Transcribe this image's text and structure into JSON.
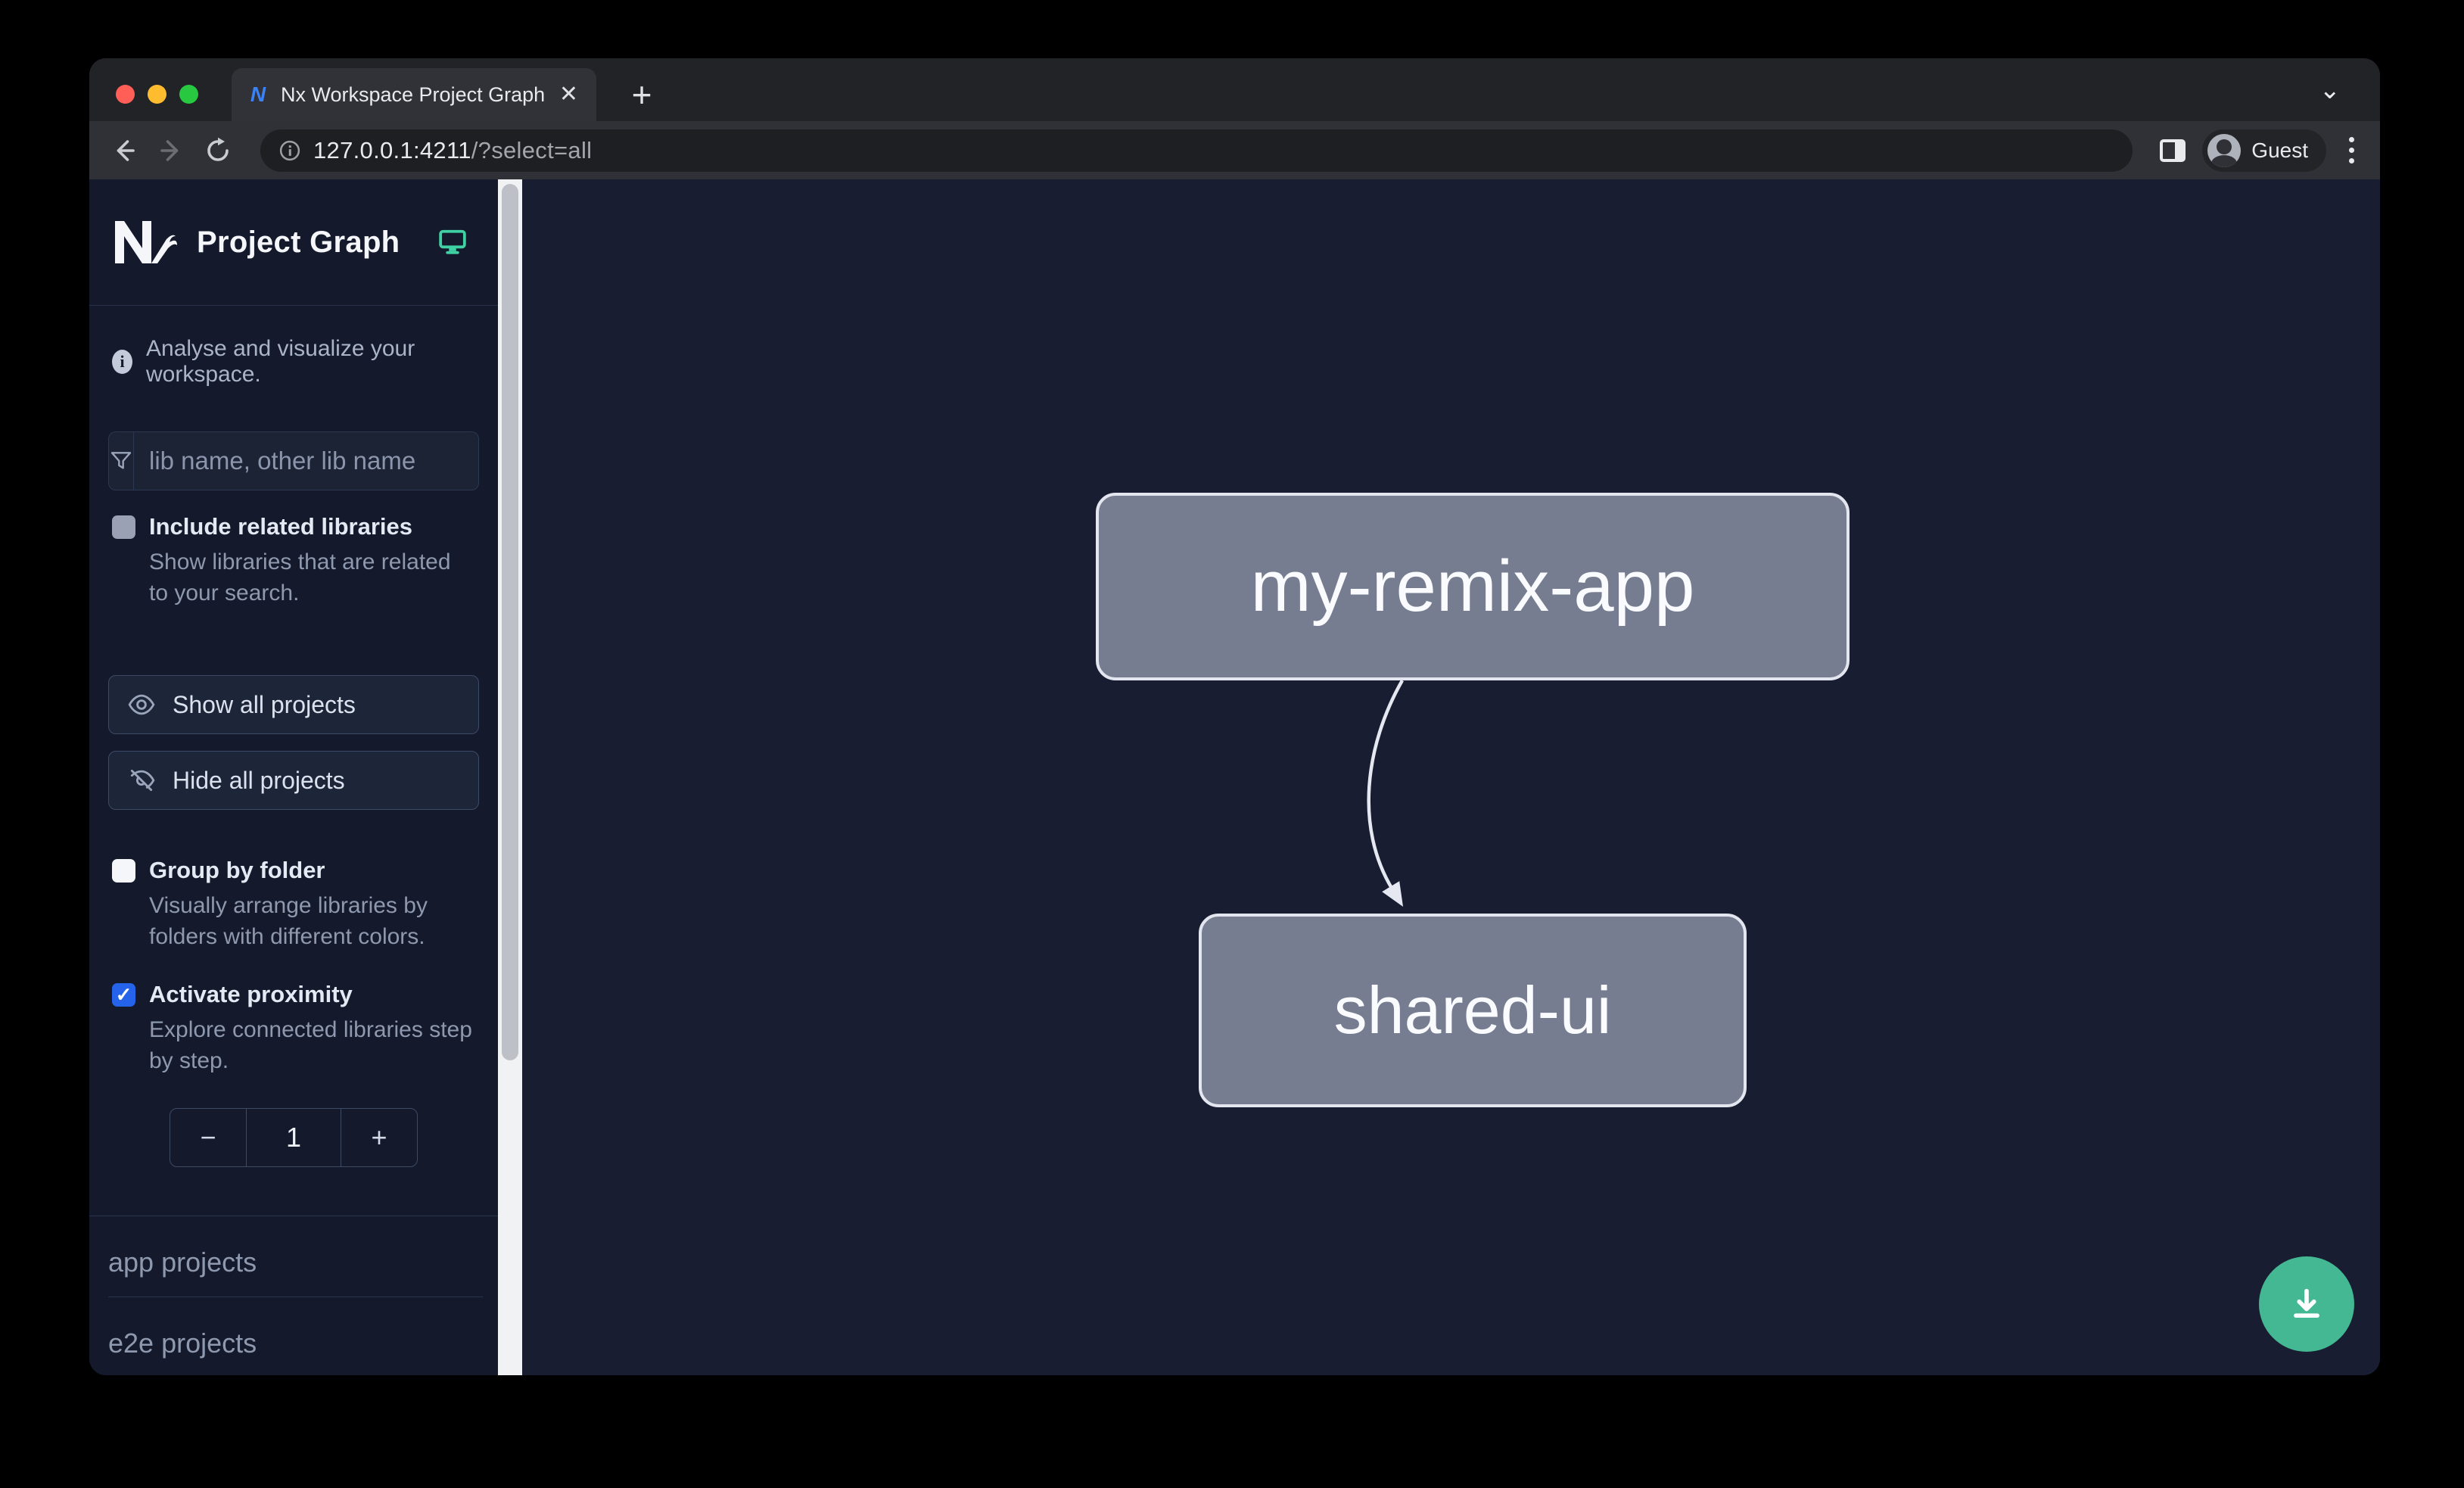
{
  "browser": {
    "tab_title": "Nx Workspace Project Graph",
    "url_host": "127.0.0.1:4211",
    "url_path": "/?select=all",
    "profile_label": "Guest"
  },
  "sidebar": {
    "title": "Project Graph",
    "tagline": "Analyse and visualize your workspace.",
    "filter_placeholder": "lib name, other lib name",
    "include_related": {
      "label": "Include related libraries",
      "description": "Show libraries that are related to your search.",
      "checked": false
    },
    "show_all_label": "Show all projects",
    "hide_all_label": "Hide all projects",
    "group_by_folder": {
      "label": "Group by folder",
      "description": "Visually arrange libraries by folders with different colors.",
      "checked": false
    },
    "activate_proximity": {
      "label": "Activate proximity",
      "description": "Explore connected libraries step by step.",
      "checked": true
    },
    "stepper": {
      "decrement": "−",
      "value": "1",
      "increment": "+"
    },
    "sections": [
      {
        "label": "app projects"
      },
      {
        "label": "e2e projects"
      }
    ]
  },
  "graph": {
    "nodes": [
      {
        "label": "my-remix-app"
      },
      {
        "label": "shared-ui"
      }
    ],
    "edges": [
      {
        "source": "my-remix-app",
        "target": "shared-ui"
      }
    ]
  },
  "colors": {
    "traffic_red": "#ff5f57",
    "traffic_yellow": "#febc2e",
    "traffic_green": "#28c840",
    "accent_green": "#43b893",
    "checkbox_blue": "#2563eb",
    "node_fill": "#777d90",
    "node_border": "#e3e6ef",
    "sidebar_bg": "#141a2c",
    "canvas_bg": "#181d31"
  }
}
